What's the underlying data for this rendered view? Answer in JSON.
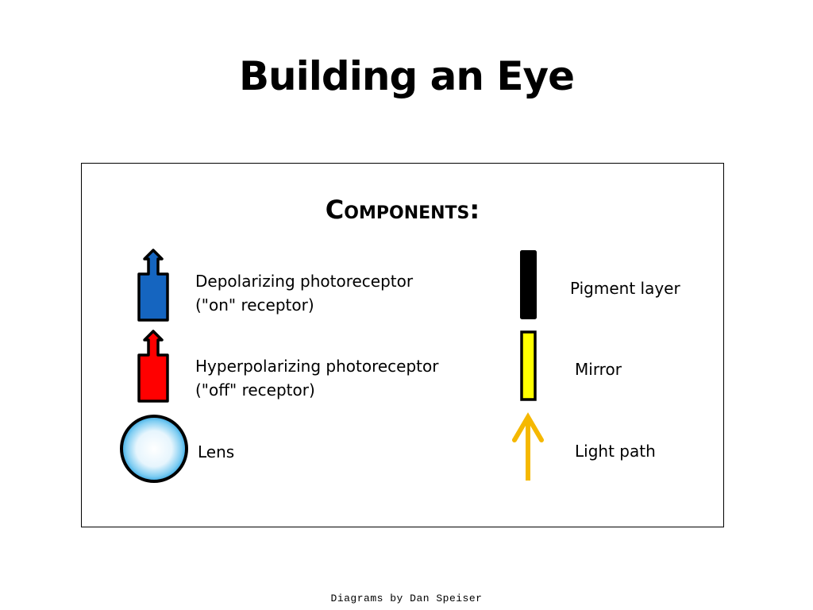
{
  "slide": {
    "title": "Building an Eye",
    "credit": "Diagrams by Dan Speiser"
  },
  "panel": {
    "heading": "Components:"
  },
  "components": {
    "depolarizing": {
      "line1": "Depolarizing photoreceptor",
      "line2": "(\"on\" receptor)",
      "icon": "blue-photoreceptor-icon",
      "color": "#1565c0"
    },
    "hyperpolarizing": {
      "line1": "Hyperpolarizing photoreceptor",
      "line2": "(\"off\" receptor)",
      "icon": "red-photoreceptor-icon",
      "color": "#ff0000"
    },
    "lens": {
      "label": "Lens",
      "icon": "lens-icon",
      "color": "#4fb3e8"
    },
    "pigment_layer": {
      "label": "Pigment layer",
      "icon": "pigment-layer-icon",
      "color": "#000000"
    },
    "mirror": {
      "label": "Mirror",
      "icon": "mirror-icon",
      "color": "#ffff00"
    },
    "light_path": {
      "label": "Light path",
      "icon": "light-path-arrow-icon",
      "color": "#f5b800"
    }
  }
}
